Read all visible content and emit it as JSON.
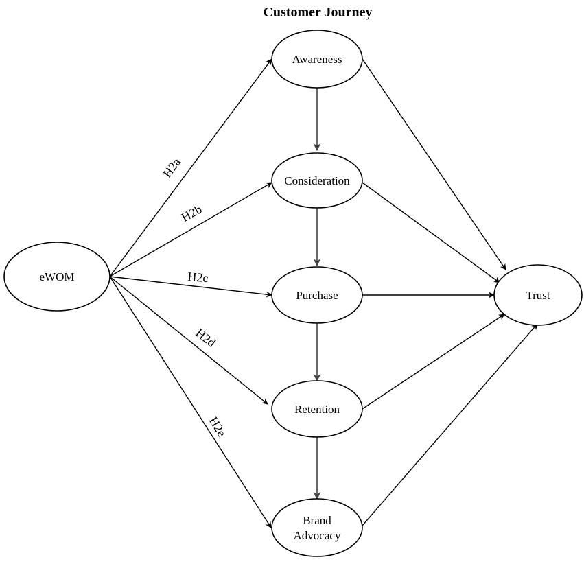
{
  "title": "Customer Journey",
  "nodes": {
    "ewom": "eWOM",
    "awareness": "Awareness",
    "consideration": "Consideration",
    "purchase": "Purchase",
    "retention": "Retention",
    "brand_advocacy_line1": "Brand",
    "brand_advocacy_line2": "Advocacy",
    "trust": "Trust"
  },
  "hypotheses": {
    "h2a": "H2a",
    "h2b": "H2b",
    "h2c": "H2c",
    "h2d": "H2d",
    "h2e": "H2e"
  }
}
